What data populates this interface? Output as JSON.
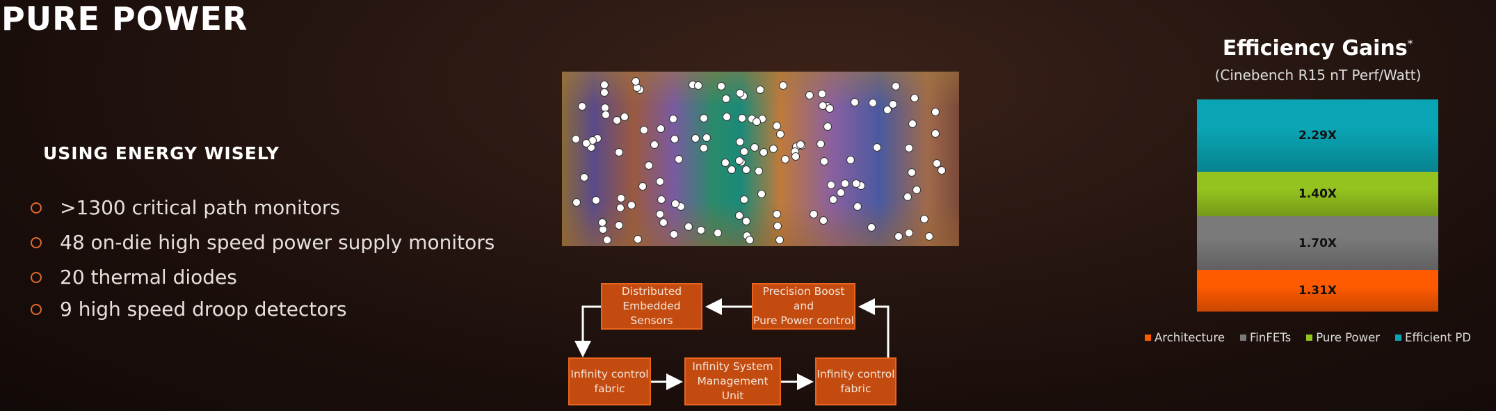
{
  "slide": {
    "title": "PURE POWER",
    "subheading": "USING ENERGY WISELY",
    "bullets": [
      ">1300 critical path monitors",
      "48 on-die high speed power supply monitors",
      "20 thermal diodes",
      "9 high speed droop detectors"
    ]
  },
  "diagram": {
    "boxes": {
      "sensors": "Distributed\nEmbedded Sensors",
      "boost": "Precision Boost and\nPure Power control",
      "fabric_left": "Infinity control\nfabric",
      "smu": "Infinity System\nManagement Unit",
      "fabric_right": "Infinity control\nfabric"
    }
  },
  "chart_data": {
    "type": "bar",
    "stacked": true,
    "title": "Efficiency Gains",
    "title_mark": "*",
    "subtitle": "(Cinebench R15 nT Perf/Watt)",
    "series": [
      {
        "name": "Architecture",
        "value": 1.31,
        "label": "1.31X",
        "color": "#ff5a00"
      },
      {
        "name": "FinFETs",
        "value": 1.7,
        "label": "1.70X",
        "color": "#7a7a7a"
      },
      {
        "name": "Pure Power",
        "value": 1.4,
        "label": "1.40X",
        "color": "#94c21f"
      },
      {
        "name": "Efficient PD",
        "value": 2.29,
        "label": "2.29X",
        "color": "#0aa5b5"
      }
    ],
    "legend_position": "bottom"
  }
}
